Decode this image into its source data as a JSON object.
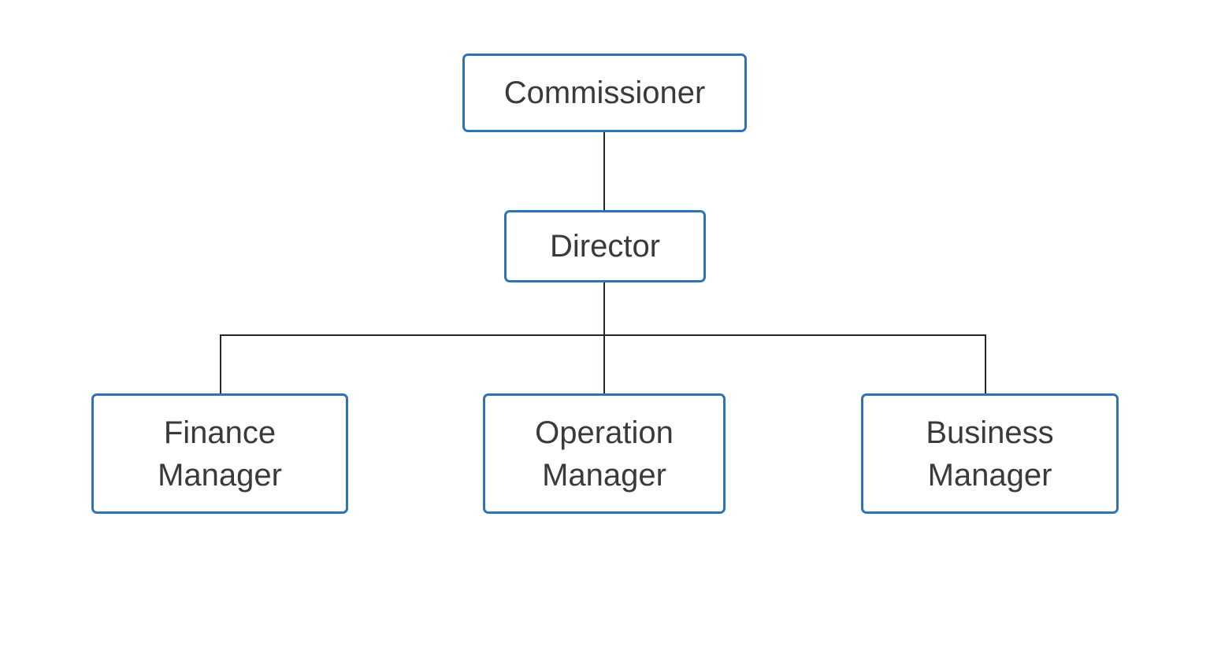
{
  "diagram": {
    "type": "org-chart",
    "nodes": {
      "commissioner": {
        "label": "Commissioner",
        "level": 1
      },
      "director": {
        "label": "Director",
        "level": 2
      },
      "finance": {
        "label": "Finance Manager",
        "level": 3
      },
      "operation": {
        "label": "Operation Manager",
        "level": 3
      },
      "business": {
        "label": "Business Manager",
        "level": 3
      }
    },
    "edges": [
      {
        "from": "commissioner",
        "to": "director"
      },
      {
        "from": "director",
        "to": "finance"
      },
      {
        "from": "director",
        "to": "operation"
      },
      {
        "from": "director",
        "to": "business"
      }
    ]
  },
  "theme": {
    "canvas-bg": "#ffffff",
    "box-border": "#2e74b5",
    "box-fill": "#ffffff",
    "label-text": "#3a3a3a",
    "connector": "#23272e"
  }
}
